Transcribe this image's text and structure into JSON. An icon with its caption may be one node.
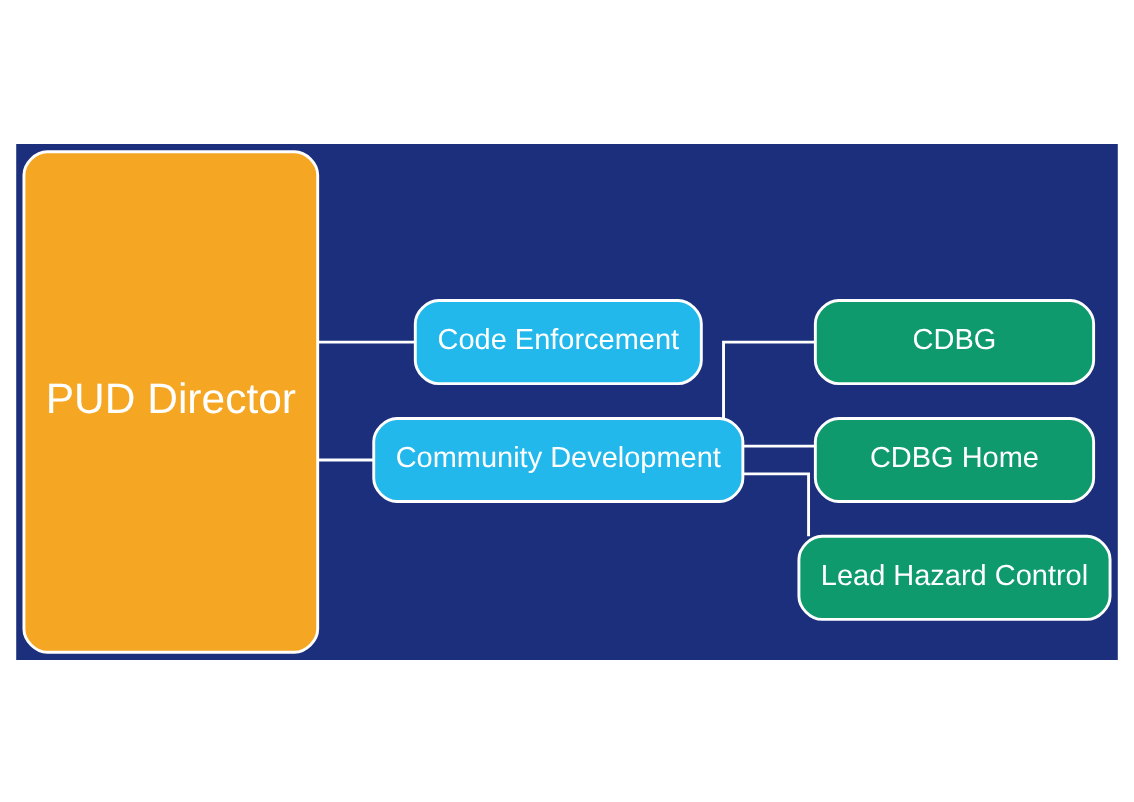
{
  "diagram": {
    "nodes": [
      {
        "text": [
          "PUD Director"
        ]
      },
      {
        "text": [
          "Code Enforcement"
        ]
      },
      {
        "text": [
          "Community Development"
        ]
      },
      {
        "text": [
          "CDBG"
        ]
      },
      {
        "text": [
          "CDBG Home"
        ]
      },
      {
        "text": [
          "Lead Hazard Control"
        ]
      }
    ],
    "edges": [
      {
        "from": 0,
        "to": 1,
        "arrow": "none"
      },
      {
        "from": 0,
        "to": 2,
        "arrow": "none"
      },
      {
        "from": 2,
        "to": 3,
        "arrow": "none"
      },
      {
        "from": 2,
        "to": 4,
        "arrow": "none"
      },
      {
        "from": 2,
        "to": 5,
        "arrow": "none"
      }
    ]
  }
}
